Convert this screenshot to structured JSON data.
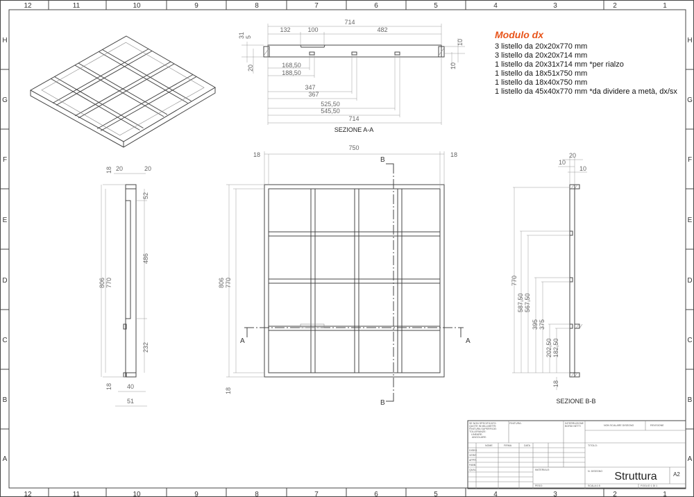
{
  "border": {
    "columns": [
      "12",
      "11",
      "10",
      "9",
      "8",
      "7",
      "6",
      "5",
      "4",
      "3",
      "2",
      "1"
    ],
    "rows": [
      "H",
      "G",
      "F",
      "E",
      "D",
      "C",
      "B",
      "A"
    ]
  },
  "notes": {
    "title": "Modulo dx",
    "title_color": "#e8541a",
    "lines": [
      "3 listello da 20x20x770 mm",
      "3 listello da 20x20x714 mm",
      "1 listello da 20x31x714 mm *per rialzo",
      "1 listello da 18x51x750 mm",
      "1 listello da 18x40x750 mm",
      "1 listello da 45x40x770 mm *da dividere a metà, dx/sx"
    ]
  },
  "section_aa": {
    "label": "SEZIONE A-A",
    "dims": [
      "714",
      "132",
      "100",
      "482",
      "31",
      "5",
      "20",
      "10",
      "10",
      "168,50",
      "188,50",
      "347",
      "367",
      "525,50",
      "545,50",
      "714"
    ]
  },
  "front_view": {
    "dims": [
      "750",
      "18",
      "18",
      "806",
      "770",
      "18"
    ],
    "section_marks": [
      "B",
      "B",
      "A",
      "A"
    ]
  },
  "side_view": {
    "dims": [
      "18",
      "20",
      "20",
      "52",
      "486",
      "232",
      "806",
      "770",
      "18",
      "40",
      "51"
    ]
  },
  "section_bb": {
    "label": "SEZIONE B-B",
    "dims": [
      "20",
      "10",
      "10",
      "770",
      "587,50",
      "567,50",
      "395",
      "375",
      "202,50",
      "182,50",
      "18"
    ]
  },
  "title_block": {
    "general": [
      "SE NON SPECIFICATO:",
      "QUOTE IN MILLIMETRI",
      "FINITURA SUPERFICIE:",
      "TOLLERANZE:",
      "LINEARE:",
      "ANGOLARE:"
    ],
    "finitura": "FINITURA:",
    "interruzione": [
      "INTERRUZIONE",
      "BORDI NETTI"
    ],
    "non_scalare": "NON SCALARE DISEGNO",
    "revisione": "REVISIONE",
    "col_headers": [
      "NOME",
      "FIRMA",
      "DATA"
    ],
    "row_labels": [
      "DISEG.",
      "VERIF.",
      "APPR.",
      "FABB.",
      "QUAL."
    ],
    "titolo": "TITOLO:",
    "materiale": "MATERIALE:",
    "peso": "PESO:",
    "n_disegno": "N. DISEGNO",
    "drawing_title": "Struttura",
    "size": "A2",
    "scala": "SCALA:1:5",
    "foglio": "FOGLIO 1 DI 1"
  }
}
